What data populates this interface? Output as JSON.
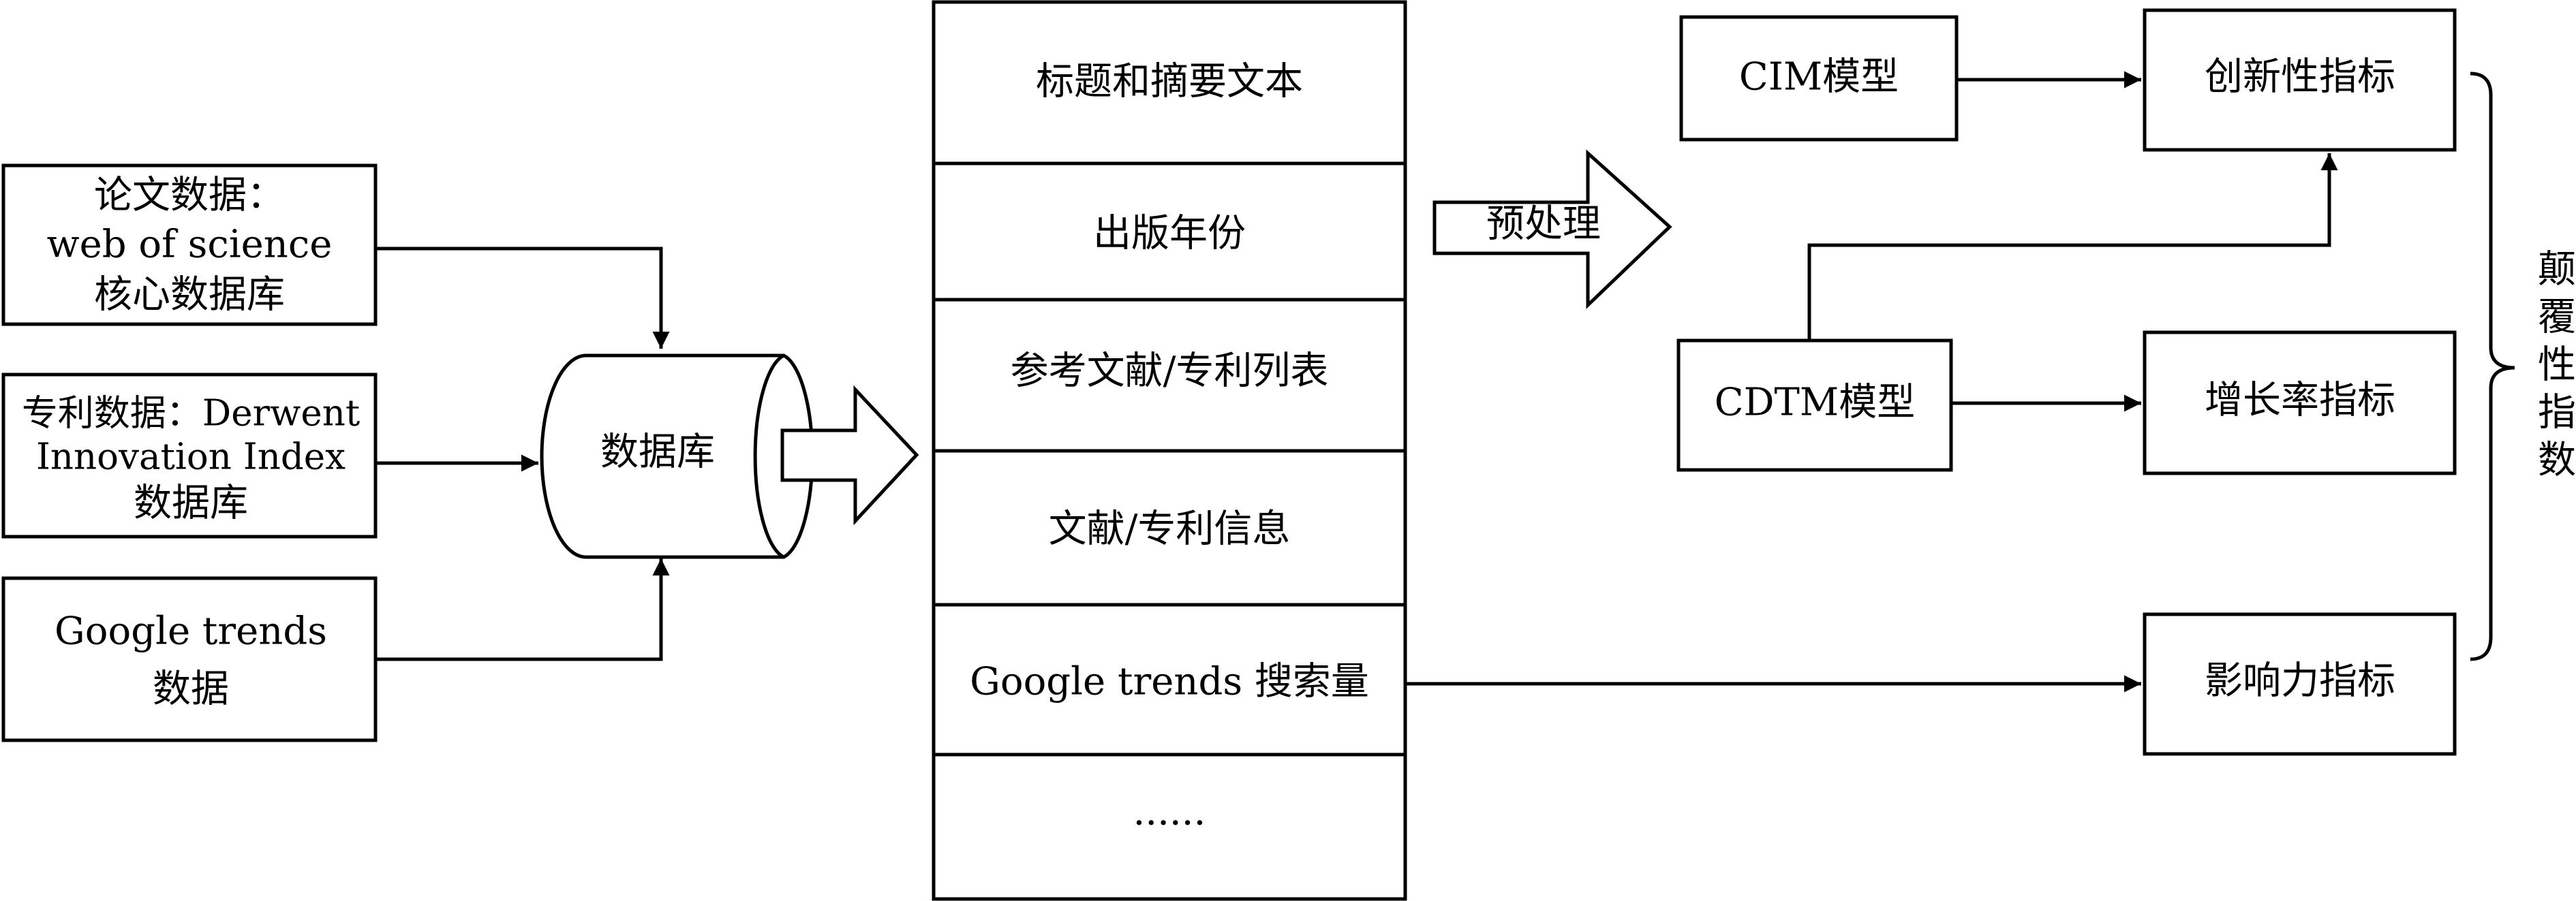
{
  "sources": {
    "papers": {
      "line1": "论文数据：",
      "line2": "web of science",
      "line3": "核心数据库"
    },
    "patents": {
      "line1": "专利数据：Derwent",
      "line2": "Innovation Index",
      "line3": "数据库"
    },
    "trends": {
      "line1": "Google trends",
      "line2": "数据"
    }
  },
  "database": {
    "label": "数据库"
  },
  "fields": {
    "row1": "标题和摘要文本",
    "row2": "出版年份",
    "row3": "参考文献/专利列表",
    "row4": "文献/专利信息",
    "row5": "Google trends 搜索量",
    "row6": "······"
  },
  "preprocess": {
    "label": "预处理"
  },
  "models": {
    "cim": "CIM模型",
    "cdtm": "CDTM模型"
  },
  "indicators": {
    "innovation": "创新性指标",
    "growth": "增长率指标",
    "influence": "影响力指标"
  },
  "result": {
    "chars": [
      "颠",
      "覆",
      "性",
      "指",
      "数"
    ]
  }
}
